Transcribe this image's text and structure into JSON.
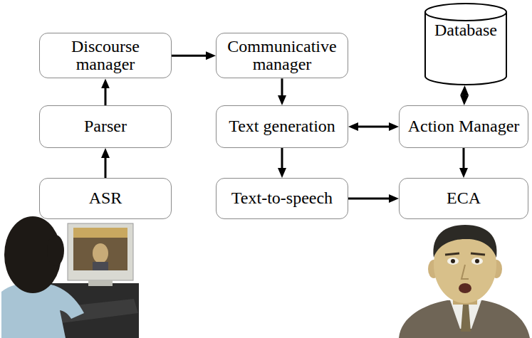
{
  "diagram": {
    "nodes": [
      {
        "text": [
          "Discourse manager"
        ]
      },
      {
        "text": [
          "Communicative manager"
        ]
      },
      {
        "text": [
          "Database"
        ]
      },
      {
        "text": [
          "Parser"
        ]
      },
      {
        "text": [
          "Text generation"
        ]
      },
      {
        "text": [
          "Action Manager"
        ]
      },
      {
        "text": [
          "ASR"
        ]
      },
      {
        "text": [
          "Text-to-speech"
        ]
      },
      {
        "text": [
          "ECA"
        ]
      }
    ],
    "edges": [
      {
        "from": 6,
        "to": 3,
        "arrow": "to"
      },
      {
        "from": 3,
        "to": 0,
        "arrow": "to"
      },
      {
        "from": 0,
        "to": 1,
        "arrow": "to"
      },
      {
        "from": 1,
        "to": 4,
        "arrow": "to"
      },
      {
        "from": 4,
        "to": 5,
        "arrow": "both"
      },
      {
        "from": 2,
        "to": 5,
        "arrow": "both"
      },
      {
        "from": 5,
        "to": 8,
        "arrow": "to"
      },
      {
        "from": 4,
        "to": 7,
        "arrow": "to"
      },
      {
        "from": 7,
        "to": 8,
        "arrow": "to"
      }
    ]
  }
}
